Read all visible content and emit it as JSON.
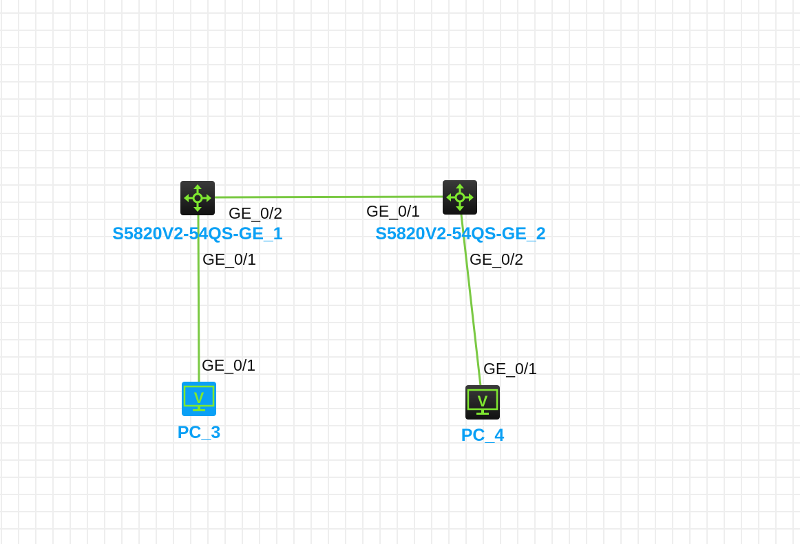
{
  "colors": {
    "link": "#7ac943",
    "device_label": "#0aa0f5",
    "switch_body": "#222222",
    "pc3_body": "#0aa0f5",
    "pc4_body": "#222222",
    "icon_glyph": "#7fe830",
    "grid": "#eeeeee"
  },
  "devices": [
    {
      "id": "sw1",
      "type": "switch",
      "icon": "switch-arrows-icon",
      "label": "S5820V2-54QS-GE_1"
    },
    {
      "id": "sw2",
      "type": "switch",
      "icon": "switch-arrows-icon",
      "label": "S5820V2-54QS-GE_2"
    },
    {
      "id": "pc3",
      "type": "pc",
      "icon": "monitor-v-icon",
      "label": "PC_3"
    },
    {
      "id": "pc4",
      "type": "pc",
      "icon": "monitor-v-icon",
      "label": "PC_4"
    }
  ],
  "links": [
    {
      "from": "sw1",
      "from_port": "GE_0/2",
      "to": "sw2",
      "to_port": "GE_0/1"
    },
    {
      "from": "sw1",
      "from_port": "GE_0/1",
      "to": "pc3",
      "to_port": "GE_0/1"
    },
    {
      "from": "sw2",
      "from_port": "GE_0/2",
      "to": "pc4",
      "to_port": "GE_0/1"
    }
  ]
}
